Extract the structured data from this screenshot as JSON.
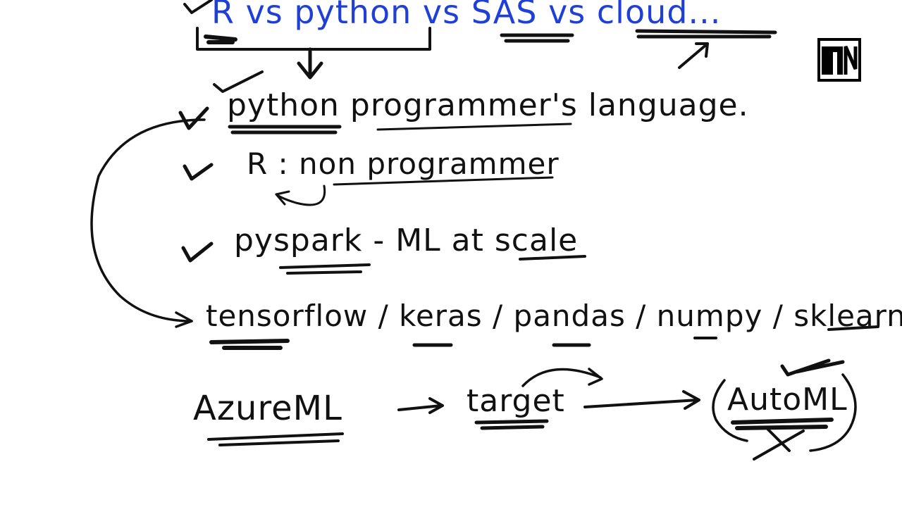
{
  "colors": {
    "ink": "#111111",
    "blue_ink": "#1f3fd6",
    "board": "#ffffff"
  },
  "title": {
    "text": "R vs python vs SAS vs cloud..."
  },
  "lines": {
    "python": "python programmer's language.",
    "r": "R : non programmer",
    "pyspark": "pyspark - ML at scale",
    "libs": "tensorflow / keras / pandas / numpy / sklearn",
    "azure": "AzureML",
    "target": "target",
    "automl": "AutoML"
  },
  "logo": {
    "icon": "brand-logo-icon"
  }
}
